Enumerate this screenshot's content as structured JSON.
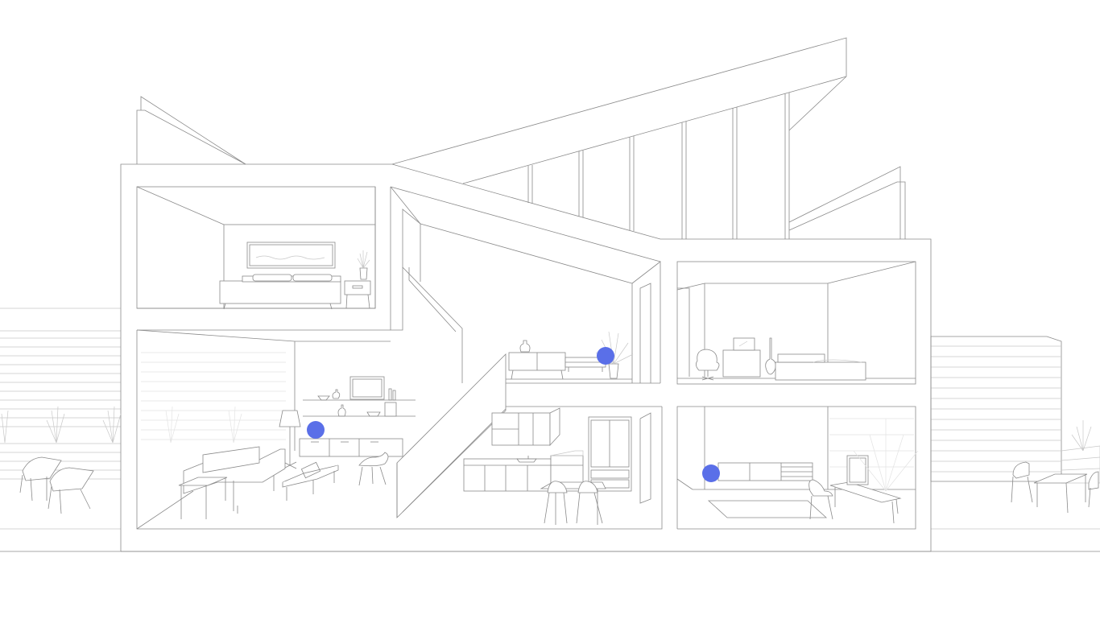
{
  "scene": {
    "accent_color": "#5a6fe8",
    "line_color": "#8a8a8a",
    "background": "#ffffff"
  },
  "hotspots": [
    {
      "id": "living-room",
      "icon": "circle-hotspot"
    },
    {
      "id": "upper-landing",
      "icon": "circle-hotspot"
    },
    {
      "id": "lower-right-room",
      "icon": "circle-hotspot"
    }
  ]
}
